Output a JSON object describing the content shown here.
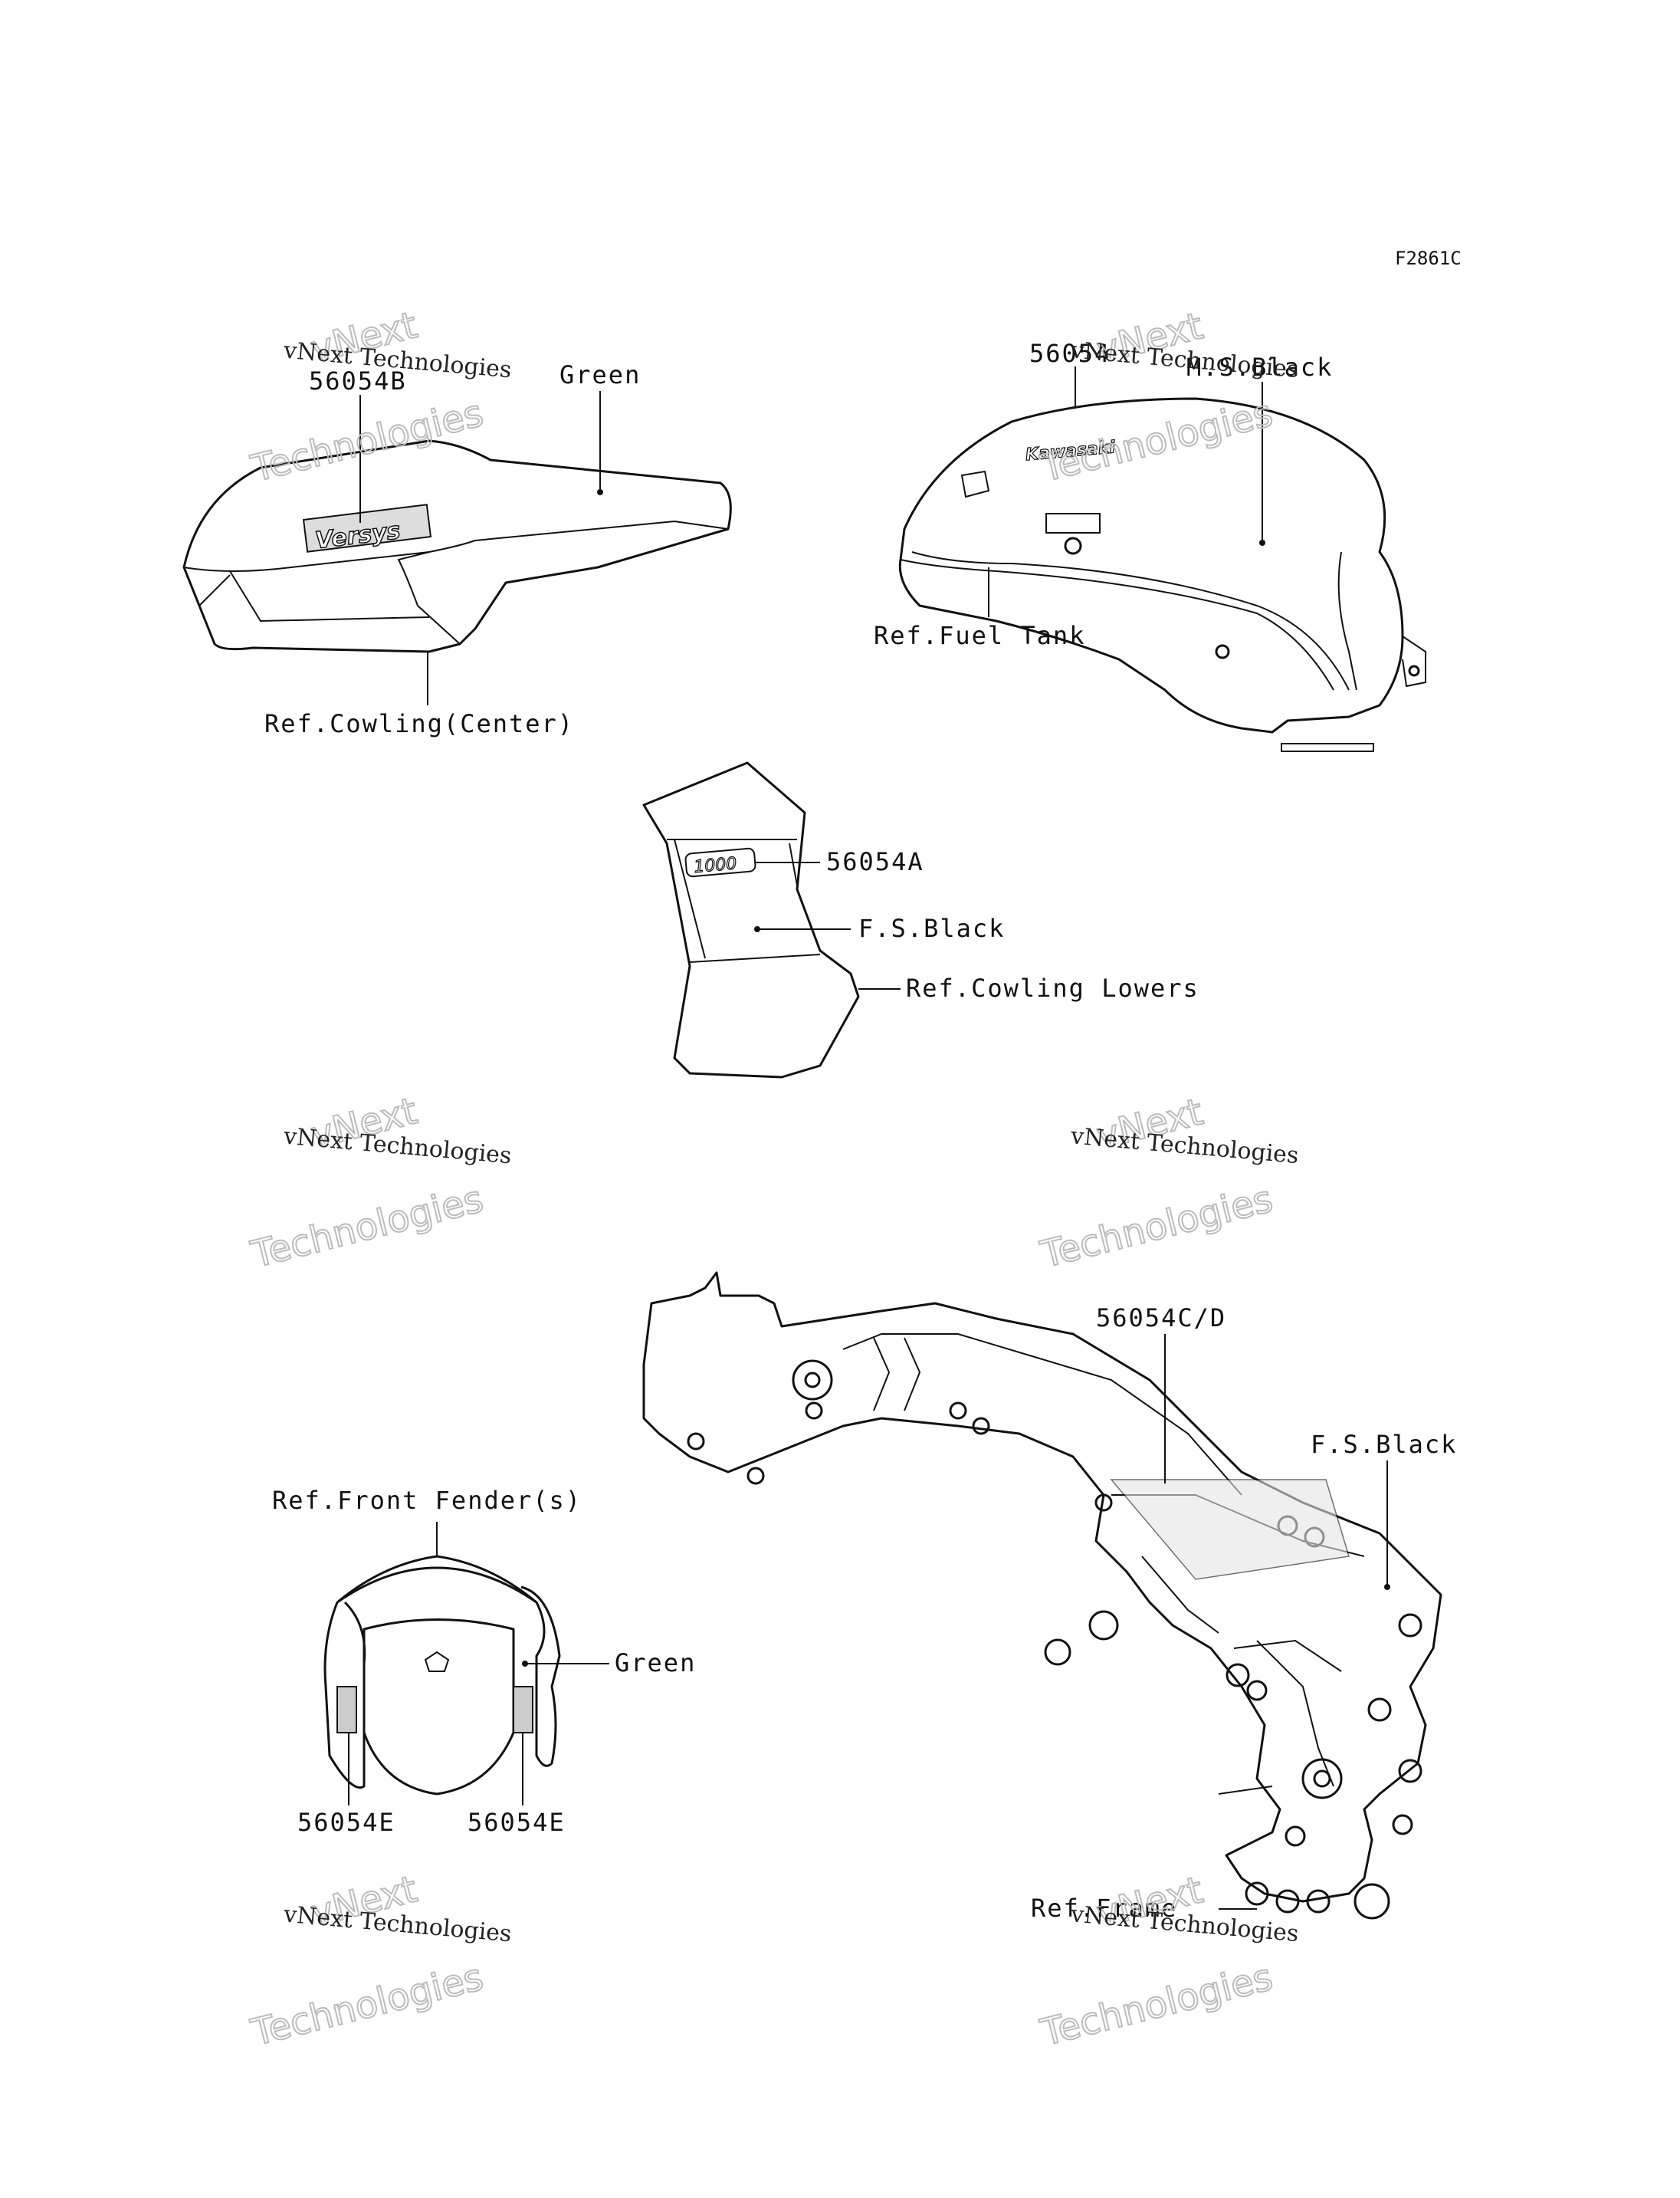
{
  "figure_code": "F2861C",
  "labels": {
    "cowling_center_part": "56054B",
    "cowling_center_color": "Green",
    "cowling_center_ref": "Ref.Cowling(Center)",
    "fuel_tank_part": "56054",
    "fuel_tank_color": "M.S.Black",
    "fuel_tank_ref": "Ref.Fuel Tank",
    "cowling_lower_part": "56054A",
    "cowling_lower_color": "F.S.Black",
    "cowling_lower_ref": "Ref.Cowling Lowers",
    "frame_part": "56054C/D",
    "frame_color": "F.S.Black",
    "frame_ref": "Ref.Frame",
    "fender_ref": "Ref.Front Fender(s)",
    "fender_color": "Green",
    "fender_part_left": "56054E",
    "fender_part_right": "56054E"
  },
  "decal_text": {
    "versys": "Versys",
    "kawasaki": "Kawasaki",
    "engine_size": "1000"
  },
  "watermark": {
    "line1": "vNext Technologies",
    "line2": "Technologies",
    "line3": "vNext"
  }
}
